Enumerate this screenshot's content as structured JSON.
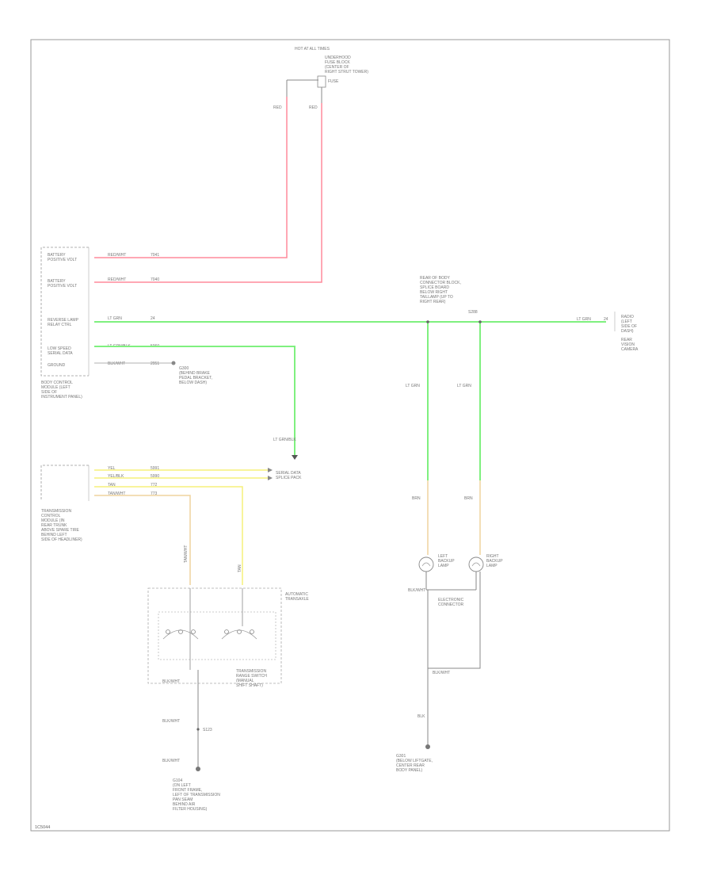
{
  "top": {
    "hot_label": "HOT AT ALL TIMES",
    "fuse_block_label": [
      "UNDERHOOD",
      "FUSE BLOCK",
      "(CENTER OF",
      "RIGHT STRUT TOWER)"
    ],
    "fuse_label": "FUSE",
    "wire_left_color": "RED",
    "wire_right_color": "RED"
  },
  "bcm": {
    "pins": [
      {
        "label": [
          "BATTERY",
          "POSITIVE VOLT"
        ],
        "wire": "RED/WHT",
        "circuit": "7041"
      },
      {
        "label": [
          "BATTERY",
          "POSITIVE VOLT"
        ],
        "wire": "RED/WHT",
        "circuit": "7040"
      },
      {
        "label": [
          "REVERSE LAMP",
          "RELAY CTRL"
        ],
        "wire": "LT GRN",
        "circuit": "24"
      },
      {
        "label": [
          "LOW SPEED",
          "SERIAL DATA"
        ],
        "wire": "LT GRN/BLK",
        "circuit": "5060"
      },
      {
        "label": [
          "GROUND"
        ],
        "wire": "BLK/WHT",
        "circuit": "2951"
      }
    ],
    "ground_text": [
      "G300",
      "(BEHIND BRAKE",
      "PEDAL BRACKET,",
      "BELOW DASH)"
    ],
    "title": [
      "BODY CONTROL",
      "MODULE (LEFT",
      "SIDE OF",
      "INSTRUMENT PANEL)"
    ]
  },
  "serial_data": {
    "wire": "LT GRN/BLK",
    "label": [
      "SERIAL DATA",
      "SPLICE PACK"
    ]
  },
  "tcm": {
    "pins": [
      {
        "wire": "YEL",
        "circuit": "5991"
      },
      {
        "wire": "YEL/BLK",
        "circuit": "5990"
      },
      {
        "wire": "TAN",
        "circuit": "772"
      },
      {
        "wire": "TAN/WHT",
        "circuit": "773"
      }
    ],
    "title": [
      "TRANSMISSION",
      "CONTROL",
      "MODULE (IN",
      "REAR TRUNK",
      "ABOVE SPARE TIRE",
      "BEHIND LEFT",
      "SIDE OF HEADLINER)"
    ]
  },
  "transmission": {
    "title": [
      "AUTOMATIC",
      "TRANSAXLE"
    ],
    "left_wire": "TAN/WHT",
    "right_wire": "TAN",
    "switch_title": [
      "TRANSMISSION",
      "RANGE SWITCH",
      "(MANUAL",
      "SHIFT SHAFT)"
    ],
    "drop_wires": [
      "BLK/WHT",
      "BLK/WHT",
      "BLK/WHT"
    ],
    "junction": "S123",
    "ground_text": [
      "G104",
      "(ON LEFT",
      "FRONT FRAME,",
      "LEFT OF TRANSMISSION",
      "PAN SEAM",
      "BEHIND AIR",
      "FILTER HOUSING)"
    ]
  },
  "lamps": {
    "junction_text": [
      "REAR OF BODY",
      "CONNECTOR BLOCK,",
      "SPLICE BOARD",
      "BELOW RIGHT",
      "TAILLAMP (UP TO",
      "RIGHT REAR)"
    ],
    "right_splice": "S288",
    "left_wire": "LT GRN",
    "right_wire": "LT GRN",
    "left_lower_wire": "BRN",
    "right_lower_wire": "BRN",
    "left_lamp": [
      "LEFT",
      "BACKUP",
      "LAMP"
    ],
    "right_lamp": [
      "RIGHT",
      "BACKUP",
      "LAMP"
    ],
    "bottom_label": [
      "BLK/WHT"
    ],
    "gnd_junction_text": [
      "ELECTRONIC",
      "CONNECTOR"
    ],
    "gnd_wire": "BLK/WHT",
    "gnd_wire2": "BLK",
    "ground_text": [
      "G301",
      "(BELOW LIFTGATE,",
      "CENTER REAR",
      "BODY PANEL)"
    ]
  },
  "radio": {
    "wire": "LT GRN",
    "circuit": "24",
    "label": [
      "RADIO",
      "(LEFT",
      "SIDE OF",
      "DASH)"
    ],
    "sub_label": [
      "REAR",
      "VISION",
      "CAMERA"
    ]
  },
  "footer": "1C5044",
  "colors": {
    "red_wire": "#ff8a9c",
    "green_wire": "#7ff07f",
    "yellow_wire": "#f5f07a",
    "tan_wire": "#efd39e",
    "frame": "#999999"
  }
}
